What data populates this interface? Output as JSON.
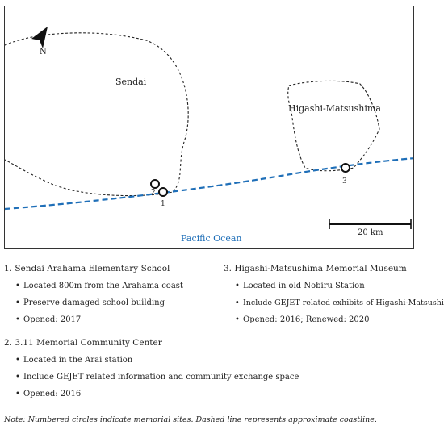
{
  "map": {
    "north_label": "N",
    "north_icon": "north-arrow-icon",
    "cities": [
      {
        "id": "sendai",
        "name": "Sendai"
      },
      {
        "id": "higashi",
        "name": "Higashi-Matsushima"
      }
    ],
    "sea_label": "Pacific Ocean",
    "scale_label": "20 km",
    "sites": [
      {
        "number": "1"
      },
      {
        "number": "2"
      },
      {
        "number": "3"
      }
    ],
    "colors": {
      "coastline": "#1f6fb8",
      "boundary": "#222222",
      "site_marker": "#111111"
    }
  },
  "legend": {
    "left": [
      {
        "title": "1. Sendai Arahama Elementary School",
        "bullets": [
          "Located 800m from the Arahama coast",
          "Preserve damaged school building",
          "Opened: 2017"
        ]
      },
      {
        "title": "2. 3.11 Memorial Community Center",
        "bullets": [
          "Located in the Arai station",
          "Include GEJET related information and community exchange space",
          "Opened: 2016"
        ]
      }
    ],
    "right": [
      {
        "title": "3. Higashi-Matsushima Memorial Museum",
        "bullets": [
          "Located in old Nobiru Station",
          "Include GEJET related exhibits of Higashi-Matsushima",
          "Opened: 2016; Renewed: 2020"
        ]
      }
    ]
  },
  "note": "Note: Numbered circles indicate memorial sites. Dashed line represents approximate coastline."
}
